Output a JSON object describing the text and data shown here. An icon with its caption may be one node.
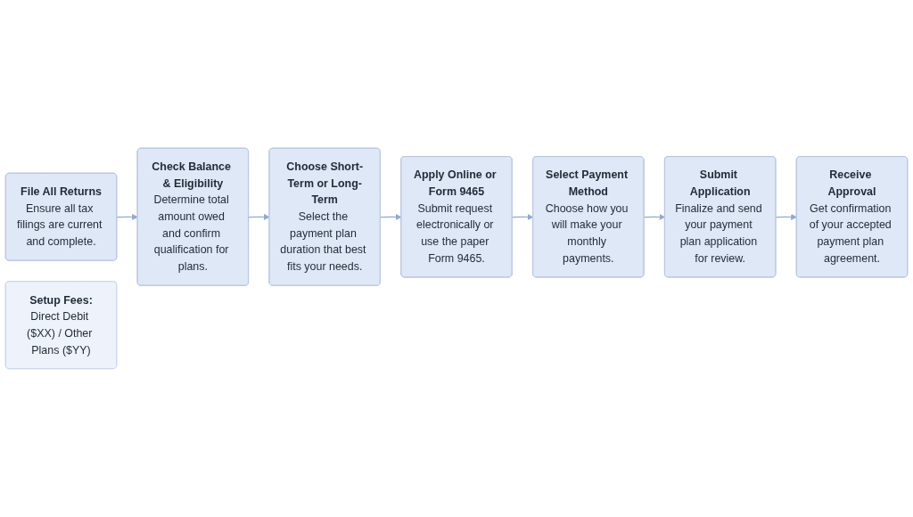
{
  "diagram": {
    "nodes": [
      {
        "text": [
          "File All Returns",
          "Ensure all tax filings are current and complete."
        ]
      },
      {
        "text": [
          "Check Balance & Eligibility",
          "Determine total amount owed and confirm qualification for plans."
        ]
      },
      {
        "text": [
          "Choose Short-Term or Long-Term",
          "Select the payment plan duration that best fits your needs."
        ]
      },
      {
        "text": [
          "Apply Online or Form 9465",
          "Submit request electronically or use the paper Form 9465."
        ]
      },
      {
        "text": [
          "Select Payment Method",
          "Choose how you will make your monthly payments."
        ]
      },
      {
        "text": [
          "Submit Application",
          "Finalize and send your payment plan application for review."
        ]
      },
      {
        "text": [
          "Receive Approval",
          "Get confirmation of your accepted payment plan agreement."
        ]
      },
      {
        "text": [
          "Setup Fees:",
          "Direct Debit ($XX) / Other Plans ($YY)"
        ]
      }
    ],
    "edges": [
      {
        "from": 0,
        "to": 1,
        "arrow": "to"
      },
      {
        "from": 1,
        "to": 2,
        "arrow": "to"
      },
      {
        "from": 2,
        "to": 3,
        "arrow": "to"
      },
      {
        "from": 3,
        "to": 4,
        "arrow": "to"
      },
      {
        "from": 4,
        "to": 5,
        "arrow": "to"
      },
      {
        "from": 5,
        "to": 6,
        "arrow": "to"
      }
    ]
  }
}
